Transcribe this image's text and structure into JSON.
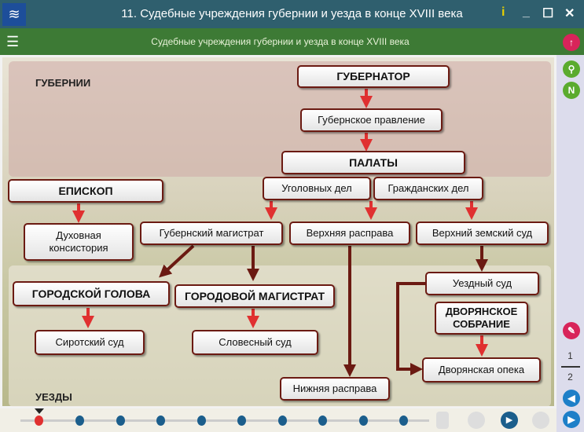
{
  "window": {
    "title": "11. Судебные учреждения губернии и уезда в конце XVIII века",
    "info": "i",
    "minimize": "_",
    "maximize": "☐",
    "close": "✕"
  },
  "header": {
    "subtitle": "Судебные учреждения губернии и уезда в конце XVIII века",
    "menu": "☰"
  },
  "zones": {
    "top": "ГУБЕРНИИ",
    "bottom": "УЕЗДЫ"
  },
  "boxes": {
    "governor": "ГУБЕРНАТОР",
    "gov_board": "Губернское правление",
    "chambers": "ПАЛАТЫ",
    "criminal": "Уголовных дел",
    "civil": "Гражданских дел",
    "bishop": "ЕПИСКОП",
    "consistory": "Духовная консистория",
    "magistrate": "Губернский магистрат",
    "upper_rasprava": "Верхняя расправа",
    "upper_zemsky": "Верхний земский суд",
    "city_head": "ГОРОДСКОЙ ГОЛОВА",
    "city_magistrate": "ГОРОДОВОЙ МАГИСТРАТ",
    "district_court": "Уездный суд",
    "noble_assembly": "ДВОРЯНСКОЕ СОБРАНИЕ",
    "orphan_court": "Сиротский суд",
    "verbal_court": "Словесный суд",
    "noble_guardianship": "Дворянская опека",
    "lower_rasprava": "Нижняя расправа"
  },
  "pager": {
    "current": "1",
    "total": "2"
  },
  "timeline": {
    "steps": 10,
    "current": 1
  }
}
